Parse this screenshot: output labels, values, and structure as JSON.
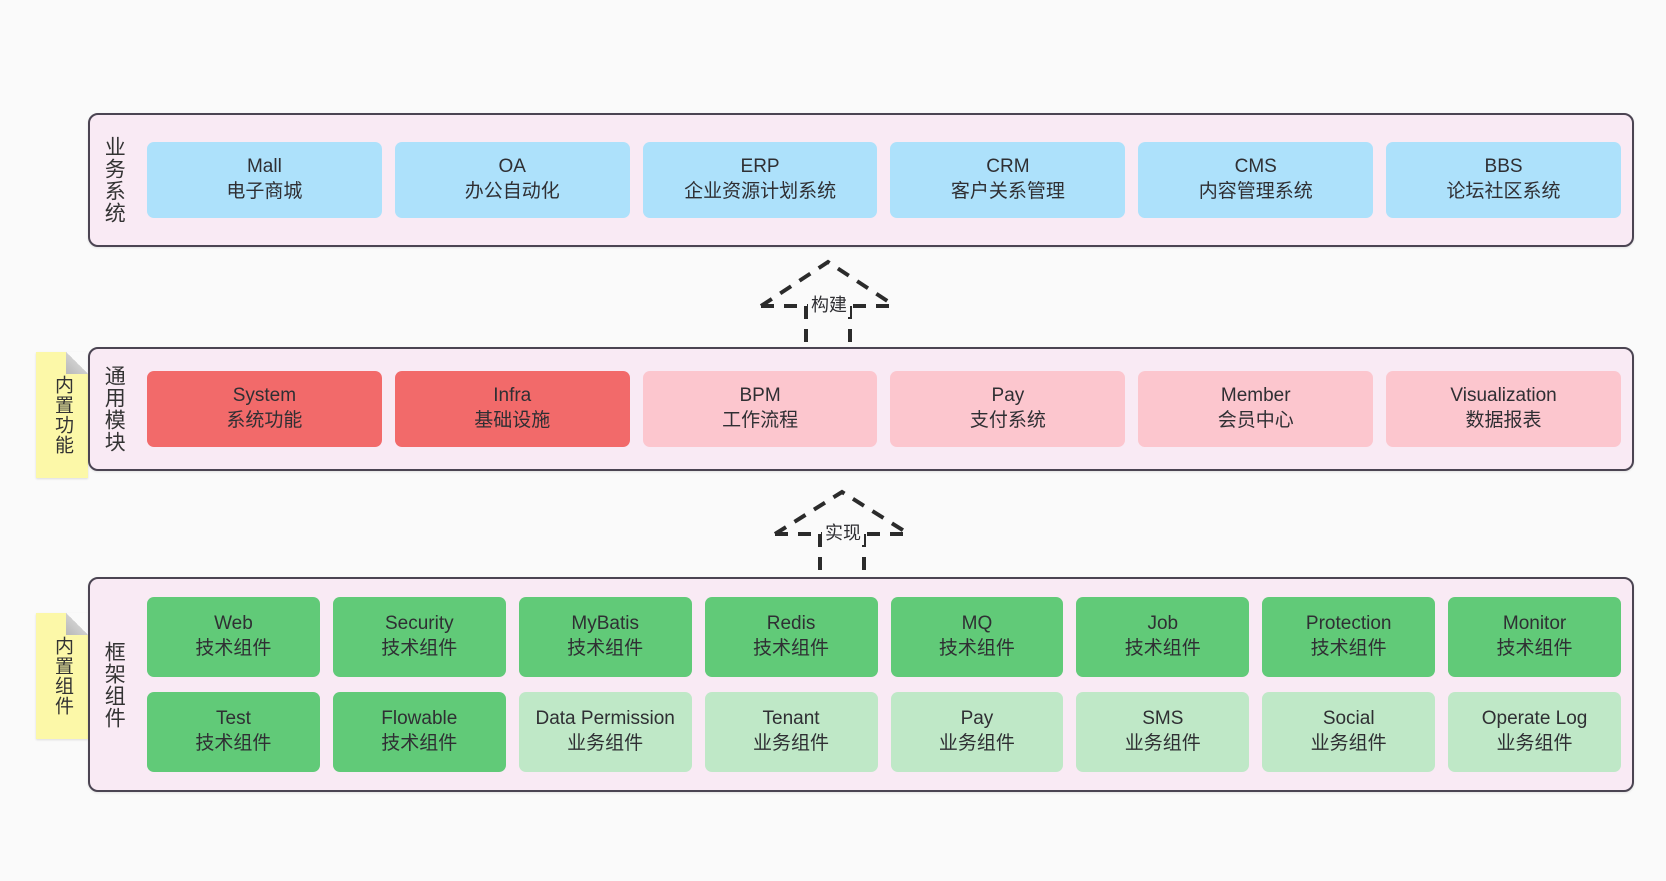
{
  "layers": [
    {
      "key": "business",
      "title": "业务系统",
      "note": null,
      "rows": [
        {
          "cards": [
            {
              "en": "Mall",
              "cn": "电子商城",
              "color": "c-blue"
            },
            {
              "en": "OA",
              "cn": "办公自动化",
              "color": "c-blue"
            },
            {
              "en": "ERP",
              "cn": "企业资源计划系统",
              "color": "c-blue"
            },
            {
              "en": "CRM",
              "cn": "客户关系管理",
              "color": "c-blue"
            },
            {
              "en": "CMS",
              "cn": "内容管理系统",
              "color": "c-blue"
            },
            {
              "en": "BBS",
              "cn": "论坛社区系统",
              "color": "c-blue"
            }
          ]
        }
      ]
    },
    {
      "key": "modules",
      "title": "通用模块",
      "note": "内置功能",
      "rows": [
        {
          "cards": [
            {
              "en": "System",
              "cn": "系统功能",
              "color": "c-red"
            },
            {
              "en": "Infra",
              "cn": "基础设施",
              "color": "c-red"
            },
            {
              "en": "BPM",
              "cn": "工作流程",
              "color": "c-pink"
            },
            {
              "en": "Pay",
              "cn": "支付系统",
              "color": "c-pink"
            },
            {
              "en": "Member",
              "cn": "会员中心",
              "color": "c-pink"
            },
            {
              "en": "Visualization",
              "cn": "数据报表",
              "color": "c-pink"
            }
          ]
        }
      ]
    },
    {
      "key": "framework",
      "title": "框架组件",
      "note": "内置组件",
      "rows": [
        {
          "cards": [
            {
              "en": "Web",
              "cn": "技术组件",
              "color": "c-green"
            },
            {
              "en": "Security",
              "cn": "技术组件",
              "color": "c-green"
            },
            {
              "en": "MyBatis",
              "cn": "技术组件",
              "color": "c-green"
            },
            {
              "en": "Redis",
              "cn": "技术组件",
              "color": "c-green"
            },
            {
              "en": "MQ",
              "cn": "技术组件",
              "color": "c-green"
            },
            {
              "en": "Job",
              "cn": "技术组件",
              "color": "c-green"
            },
            {
              "en": "Protection",
              "cn": "技术组件",
              "color": "c-green"
            },
            {
              "en": "Monitor",
              "cn": "技术组件",
              "color": "c-green"
            }
          ]
        },
        {
          "cards": [
            {
              "en": "Test",
              "cn": "技术组件",
              "color": "c-green"
            },
            {
              "en": "Flowable",
              "cn": "技术组件",
              "color": "c-green"
            },
            {
              "en": "Data Permission",
              "cn": "业务组件",
              "color": "c-lightgreen",
              "multiline": true
            },
            {
              "en": "Tenant",
              "cn": "业务组件",
              "color": "c-lightgreen"
            },
            {
              "en": "Pay",
              "cn": "业务组件",
              "color": "c-lightgreen"
            },
            {
              "en": "SMS",
              "cn": "业务组件",
              "color": "c-lightgreen"
            },
            {
              "en": "Social",
              "cn": "业务组件",
              "color": "c-lightgreen"
            },
            {
              "en": "Operate Log",
              "cn": "业务组件",
              "color": "c-lightgreen"
            }
          ]
        }
      ]
    }
  ],
  "connectors": [
    {
      "key": "build",
      "label": "构建"
    },
    {
      "key": "implement",
      "label": "实现"
    }
  ],
  "colors": {
    "layer_bg": "#f9eaf4",
    "layer_border": "#4b4452",
    "note_bg": "#fcf8a8",
    "blue": "#ade1fb",
    "red": "#f26a6a",
    "pink": "#fcc6ce",
    "green": "#61ca78",
    "light_green": "#bfe8c7",
    "canvas_bg": "#fafafa"
  }
}
